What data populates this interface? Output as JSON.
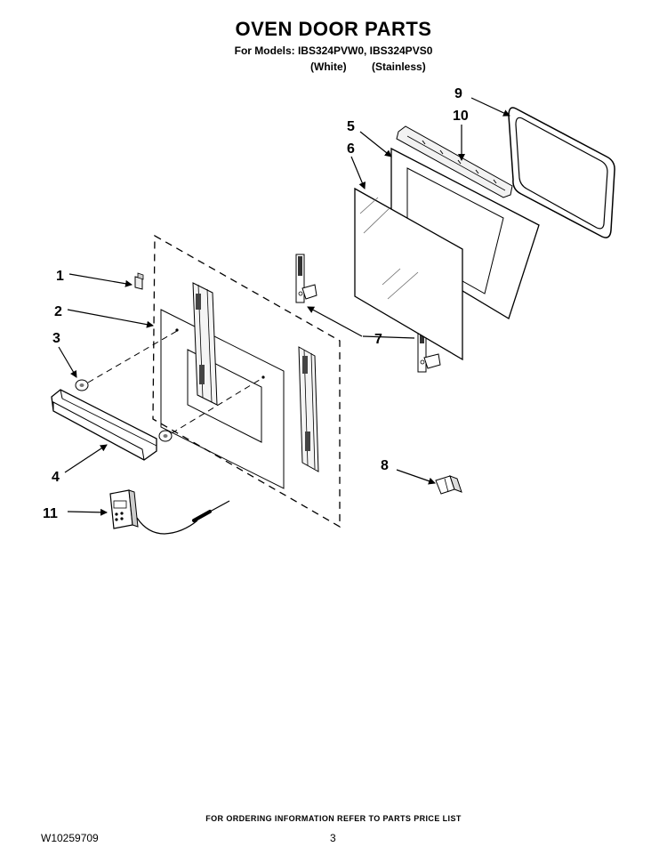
{
  "header": {
    "title": "OVEN DOOR PARTS",
    "models_line": "For Models: IBS324PVW0, IBS324PVS0",
    "variant_white": "(White)",
    "variant_stainless": "(Stainless)"
  },
  "callouts": {
    "c1": "1",
    "c2": "2",
    "c3": "3",
    "c4": "4",
    "c5": "5",
    "c6": "6",
    "c7": "7",
    "c8": "8",
    "c9": "9",
    "c10": "10",
    "c11": "11"
  },
  "footer": {
    "ordering_note": "FOR ORDERING INFORMATION REFER TO PARTS PRICE LIST",
    "document_number": "W10259709",
    "page_number": "3"
  }
}
